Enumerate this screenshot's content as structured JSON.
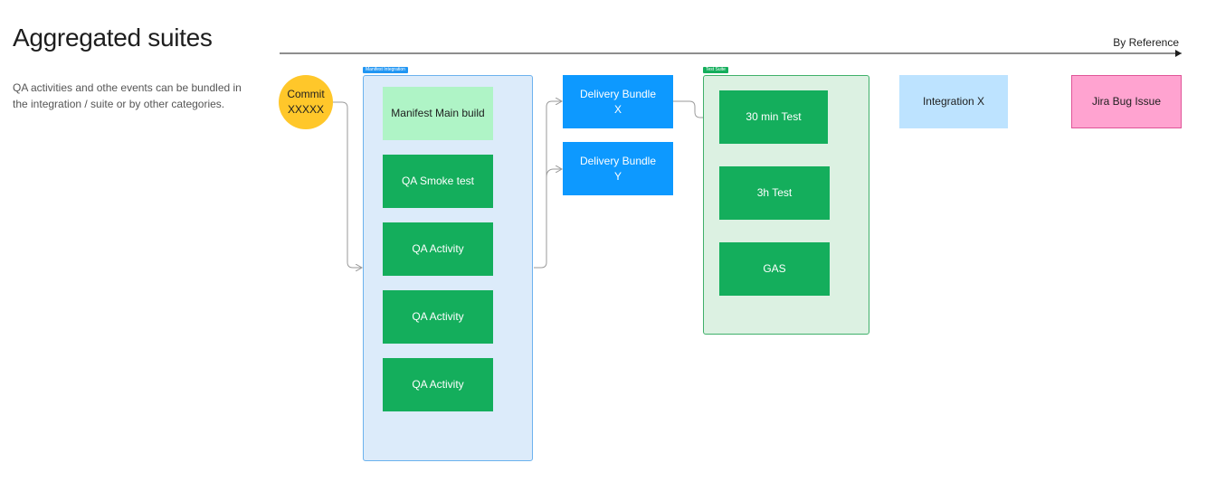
{
  "title": "Aggregated suites",
  "description": "QA activities and othe events can be bundled in the integration / suite or by other categories.",
  "axis_label": "By Reference",
  "commit": {
    "label": "Commit\nXXXXX",
    "color": "#ffc72a"
  },
  "groups": {
    "manifest": {
      "tag": "Manifest Integration",
      "color": "#2196f3"
    },
    "suite": {
      "tag": "Test Suite",
      "color": "#14ae5c"
    }
  },
  "manifest_items": [
    {
      "label": "Manifest Main build"
    },
    {
      "label": "QA Smoke test"
    },
    {
      "label": "QA Activity"
    },
    {
      "label": "QA Activity"
    },
    {
      "label": "QA Activity"
    }
  ],
  "bundles": [
    {
      "label": "Delivery Bundle\nX"
    },
    {
      "label": "Delivery Bundle\nY"
    }
  ],
  "suite_items": [
    {
      "label": "30 min Test"
    },
    {
      "label": "3h Test"
    },
    {
      "label": "GAS"
    }
  ],
  "integration": {
    "label": "Integration X"
  },
  "jira": {
    "label": "Jira Bug Issue"
  }
}
